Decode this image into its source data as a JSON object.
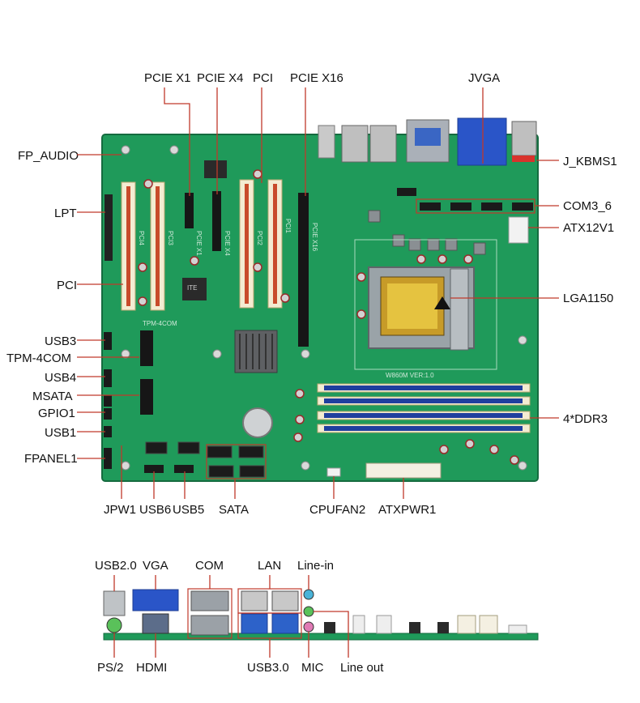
{
  "board": {
    "labels": {
      "pcie_x1": "PCIE X1",
      "pcie_x4": "PCIE X4",
      "pci_top": "PCI",
      "pcie_x16": "PCIE X16",
      "jvga": "JVGA",
      "fp_audio": "FP_AUDIO",
      "j_kbms1": "J_KBMS1",
      "lpt": "LPT",
      "com3_6": "COM3_6",
      "atx12v1": "ATX12V1",
      "pci_left": "PCI",
      "lga1150": "LGA1150",
      "usb3": "USB3",
      "tpm_4com": "TPM-4COM",
      "usb4": "USB4",
      "msata": "MSATA",
      "gpio1": "GPIO1",
      "usb1": "USB1",
      "ddr3": "4*DDR3",
      "fpanel1": "FPANEL1",
      "jpw1": "JPW1",
      "usb6": "USB6",
      "usb5": "USB5",
      "sata": "SATA",
      "cpufan2": "CPUFAN2",
      "atxpwr1": "ATXPWR1"
    },
    "silkscreen": {
      "pci4": "PCI4",
      "pci3": "PCI3",
      "pcie_x1": "PCIE X1",
      "pcie_x4": "PCIE X4",
      "pci2": "PCI2",
      "pci1": "PCI1",
      "pcie_x16": "PCIE X16",
      "tpm": "TPM-4COM",
      "model": "W860M VER:1.0",
      "ite": "ITE"
    }
  },
  "io_panel": {
    "labels": {
      "usb20": "USB2.0",
      "vga": "VGA",
      "com": "COM",
      "lan": "LAN",
      "line_in": "Line-in",
      "ps2": "PS/2",
      "hdmi": "HDMI",
      "usb30": "USB3.0",
      "mic": "MIC",
      "line_out": "Line out"
    }
  },
  "colors": {
    "pcb": "#1f9a5a",
    "callout": "#c0392b",
    "dimm_blue": "#1f3f9e",
    "pci_slot": "#f3ecd2",
    "pcie_slot": "#161616"
  }
}
